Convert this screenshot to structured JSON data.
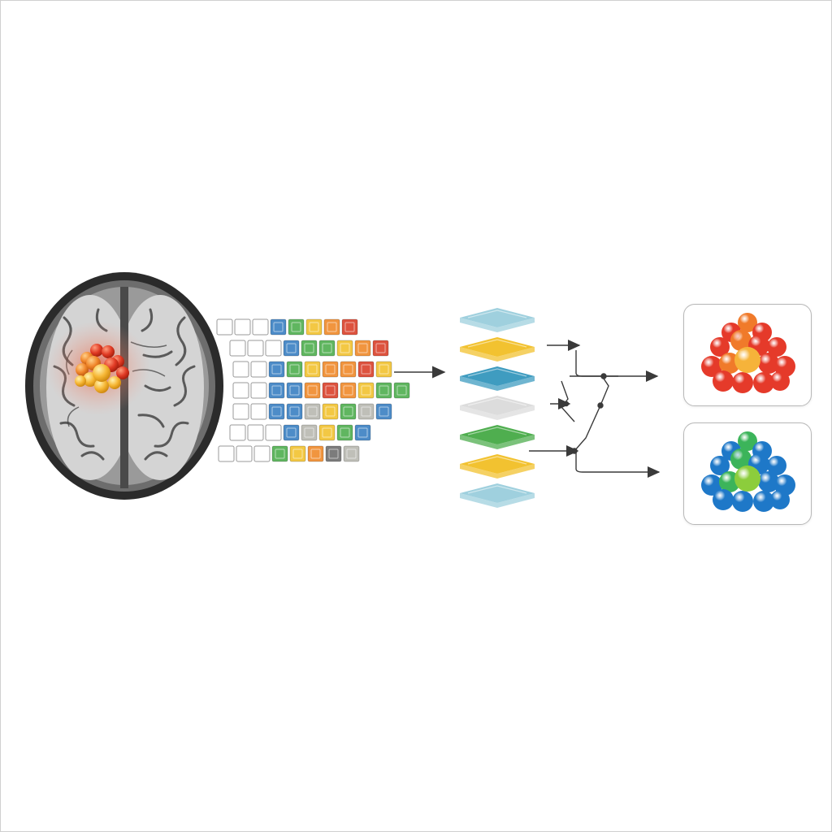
{
  "diagram": {
    "stages": [
      {
        "id": "brain-scan",
        "icon": "brain-mri-icon"
      },
      {
        "id": "feature-patch-grid",
        "icon": "patch-grid-icon"
      },
      {
        "id": "layer-stack",
        "icon": "layer-stack-icon"
      },
      {
        "id": "branching-connections",
        "icon": "branch-arrows-icon"
      },
      {
        "id": "output-clusters",
        "icon": "sphere-cluster-icon"
      }
    ],
    "patch_grid": {
      "rows": [
        [
          "empty",
          "empty",
          "empty",
          "blue",
          "green",
          "yellow",
          "orange",
          "red"
        ],
        [
          "empty",
          "empty",
          "empty",
          "blue",
          "green",
          "green",
          "yellow",
          "orange",
          "red"
        ],
        [
          "empty",
          "empty",
          "blue",
          "green",
          "yellow",
          "orange",
          "orange",
          "red",
          "yellow"
        ],
        [
          "empty",
          "empty",
          "blue",
          "blue",
          "orange",
          "red",
          "orange",
          "yellow",
          "green",
          "green"
        ],
        [
          "empty",
          "empty",
          "blue",
          "blue",
          "gray",
          "yellow",
          "green",
          "gray",
          "blue"
        ],
        [
          "empty",
          "empty",
          "empty",
          "blue",
          "gray",
          "yellow",
          "green",
          "blue"
        ],
        [
          "empty",
          "empty",
          "empty",
          "green",
          "yellow",
          "orange",
          "darkgray",
          "gray"
        ]
      ]
    },
    "layers": [
      "lightblue",
      "yellow",
      "teal",
      "lightgray",
      "green",
      "yellow",
      "lightblue"
    ],
    "outputs": [
      {
        "id": "warm-cluster",
        "palette": [
          "#e53a2a",
          "#f07a2a",
          "#f6b33a"
        ]
      },
      {
        "id": "cool-cluster",
        "palette": [
          "#1e78c8",
          "#3cb45a",
          "#8ccd3c"
        ]
      }
    ],
    "colors": {
      "blue": "#3a7fc2",
      "green": "#4fae4f",
      "yellow": "#f2c230",
      "orange": "#ef8a2a",
      "red": "#d9402a",
      "gray": "#b8b8b0",
      "darkgray": "#6e6e6e",
      "empty": "#ffffff",
      "lightblue": "#9fd0de",
      "teal": "#3f9cc0",
      "lightgray": "#dcdcdc",
      "arrow": "#3a3a3a"
    }
  }
}
